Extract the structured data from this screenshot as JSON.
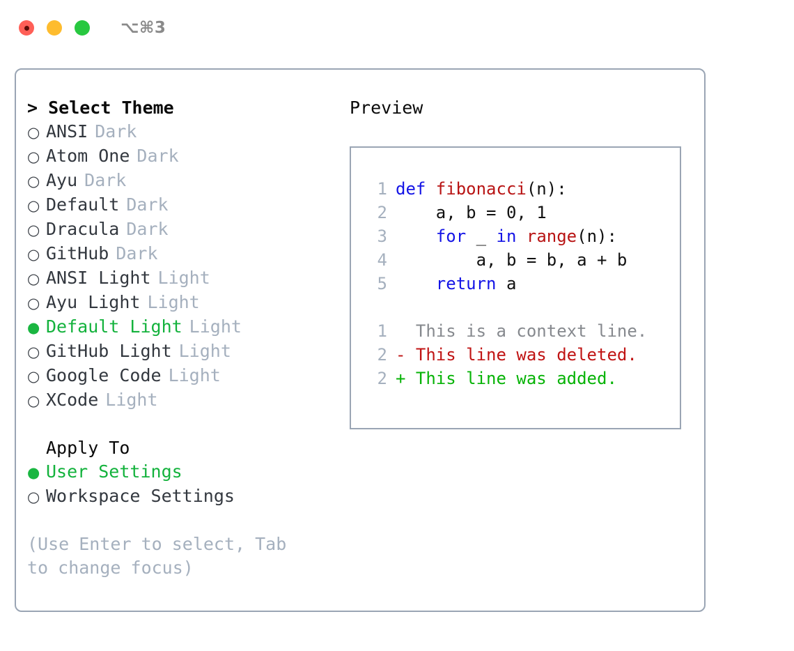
{
  "window": {
    "shortcut": "⌥⌘3",
    "traffic_lights": [
      {
        "name": "close",
        "color": "#ff5f57"
      },
      {
        "name": "minimize",
        "color": "#febc2e"
      },
      {
        "name": "maximize",
        "color": "#28c840"
      }
    ]
  },
  "colors": {
    "selected_green": "#13b23c",
    "muted_tag": "#a5b0be",
    "border": "#9aa5b4",
    "keyword_blue": "#1414e6",
    "function_red": "#b81414",
    "diff_added": "#07b307",
    "diff_deleted": "#c01414",
    "diff_context": "#86898e"
  },
  "theme_picker": {
    "header": "> Select Theme",
    "prompt_marker": ">",
    "bullet_selected": "●",
    "bullet_unselected": "○",
    "options": [
      {
        "label": "ANSI",
        "tag": "Dark",
        "selected": false
      },
      {
        "label": "Atom One",
        "tag": "Dark",
        "selected": false
      },
      {
        "label": "Ayu",
        "tag": "Dark",
        "selected": false
      },
      {
        "label": "Default",
        "tag": "Dark",
        "selected": false
      },
      {
        "label": "Dracula",
        "tag": "Dark",
        "selected": false
      },
      {
        "label": "GitHub",
        "tag": "Dark",
        "selected": false
      },
      {
        "label": "ANSI Light",
        "tag": "Light",
        "selected": false
      },
      {
        "label": "Ayu Light",
        "tag": "Light",
        "selected": false
      },
      {
        "label": "Default Light",
        "tag": "Light",
        "selected": true
      },
      {
        "label": "GitHub Light",
        "tag": "Light",
        "selected": false
      },
      {
        "label": "Google Code",
        "tag": "Light",
        "selected": false
      },
      {
        "label": "XCode",
        "tag": "Light",
        "selected": false
      }
    ]
  },
  "apply_to": {
    "header": "Apply To",
    "options": [
      {
        "label": "User Settings",
        "selected": true
      },
      {
        "label": "Workspace Settings",
        "selected": false
      }
    ]
  },
  "hint": "(Use Enter to select, Tab to change focus)",
  "preview": {
    "title": "Preview",
    "code_lines": [
      {
        "number": "1",
        "tokens": [
          {
            "text": "def ",
            "type": "keyword"
          },
          {
            "text": "fibonacci",
            "type": "function"
          },
          {
            "text": "(n):",
            "type": "plain"
          }
        ]
      },
      {
        "number": "2",
        "tokens": [
          {
            "text": "    a, b = 0, 1",
            "type": "plain"
          }
        ]
      },
      {
        "number": "3",
        "tokens": [
          {
            "text": "    ",
            "type": "plain"
          },
          {
            "text": "for",
            "type": "keyword"
          },
          {
            "text": " _ ",
            "type": "plain"
          },
          {
            "text": "in",
            "type": "keyword"
          },
          {
            "text": " ",
            "type": "plain"
          },
          {
            "text": "range",
            "type": "function"
          },
          {
            "text": "(n):",
            "type": "plain"
          }
        ]
      },
      {
        "number": "4",
        "tokens": [
          {
            "text": "        a, b = b, a + b",
            "type": "plain"
          }
        ]
      },
      {
        "number": "5",
        "tokens": [
          {
            "text": "    ",
            "type": "plain"
          },
          {
            "text": "return",
            "type": "keyword"
          },
          {
            "text": " a",
            "type": "plain"
          }
        ]
      }
    ],
    "diff_lines": [
      {
        "number": "1",
        "marker": " ",
        "text": "This is a context line.",
        "kind": "context"
      },
      {
        "number": "2",
        "marker": "-",
        "text": "This line was deleted.",
        "kind": "deleted"
      },
      {
        "number": "2",
        "marker": "+",
        "text": "This line was added.",
        "kind": "added"
      }
    ]
  }
}
